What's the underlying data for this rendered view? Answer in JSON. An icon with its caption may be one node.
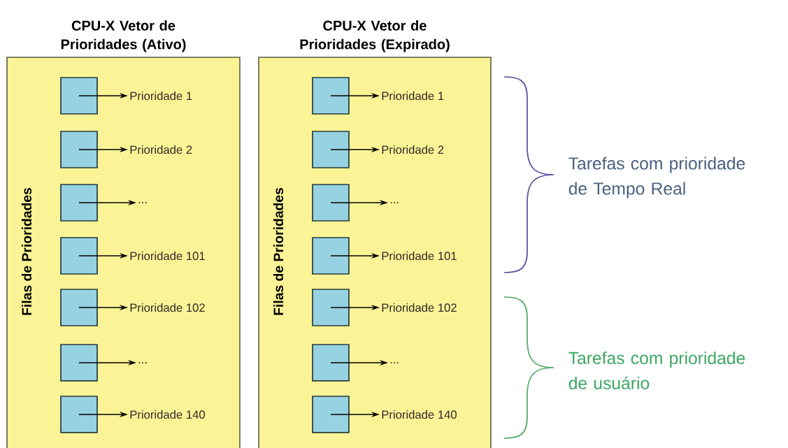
{
  "diagram": {
    "nodes": [
      {
        "text": [
          "CPU-X Vetor de Prioridades (Ativo)",
          "Filas de Prioridades"
        ]
      },
      {
        "text": [],
        "shape": "box",
        "in": 0
      },
      {
        "text": [
          "Prioridade 1"
        ],
        "in": 0
      },
      {
        "text": [],
        "shape": "box",
        "in": 0
      },
      {
        "text": [
          "Prioridade 2"
        ],
        "in": 0
      },
      {
        "text": [],
        "shape": "box",
        "in": 0
      },
      {
        "text": [
          "..."
        ],
        "in": 0
      },
      {
        "text": [],
        "shape": "box",
        "in": 0
      },
      {
        "text": [
          "Prioridade 101"
        ],
        "in": 0
      },
      {
        "text": [],
        "shape": "box",
        "in": 0
      },
      {
        "text": [
          "Prioridade 102"
        ],
        "in": 0
      },
      {
        "text": [],
        "shape": "box",
        "in": 0
      },
      {
        "text": [
          "..."
        ],
        "in": 0
      },
      {
        "text": [],
        "shape": "box",
        "in": 0
      },
      {
        "text": [
          "Prioridade 140"
        ],
        "in": 0
      },
      {
        "text": [
          "CPU-X Vetor de Prioridades (Expirado)",
          "Filas de Prioridades"
        ]
      },
      {
        "text": [],
        "shape": "box",
        "in": 15
      },
      {
        "text": [
          "Prioridade 1"
        ],
        "in": 15
      },
      {
        "text": [],
        "shape": "box",
        "in": 15
      },
      {
        "text": [
          "Prioridade 2"
        ],
        "in": 15
      },
      {
        "text": [],
        "shape": "box",
        "in": 15
      },
      {
        "text": [
          "..."
        ],
        "in": 15
      },
      {
        "text": [],
        "shape": "box",
        "in": 15
      },
      {
        "text": [
          "Prioridade 101"
        ],
        "in": 15
      },
      {
        "text": [],
        "shape": "box",
        "in": 15
      },
      {
        "text": [
          "Prioridade 102"
        ],
        "in": 15
      },
      {
        "text": [],
        "shape": "box",
        "in": 15
      },
      {
        "text": [
          "..."
        ],
        "in": 15
      },
      {
        "text": [],
        "shape": "box",
        "in": 15
      },
      {
        "text": [
          "Prioridade 140"
        ],
        "in": 15
      }
    ],
    "edges": [
      {
        "from": 1,
        "to": 2,
        "arrow": "to"
      },
      {
        "from": 3,
        "to": 4,
        "arrow": "to"
      },
      {
        "from": 5,
        "to": 6,
        "arrow": "to"
      },
      {
        "from": 7,
        "to": 8,
        "arrow": "to"
      },
      {
        "from": 9,
        "to": 10,
        "arrow": "to"
      },
      {
        "from": 11,
        "to": 12,
        "arrow": "to"
      },
      {
        "from": 13,
        "to": 14,
        "arrow": "to"
      },
      {
        "from": 16,
        "to": 17,
        "arrow": "to"
      },
      {
        "from": 18,
        "to": 19,
        "arrow": "to"
      },
      {
        "from": 20,
        "to": 21,
        "arrow": "to"
      },
      {
        "from": 22,
        "to": 23,
        "arrow": "to"
      },
      {
        "from": 24,
        "to": 25,
        "arrow": "to"
      },
      {
        "from": 26,
        "to": 27,
        "arrow": "to"
      },
      {
        "from": 28,
        "to": 29,
        "arrow": "to"
      }
    ],
    "labels": [
      "Tarefas com prioridade de Tempo Real",
      "Tarefas com prioridade de usuário"
    ]
  }
}
